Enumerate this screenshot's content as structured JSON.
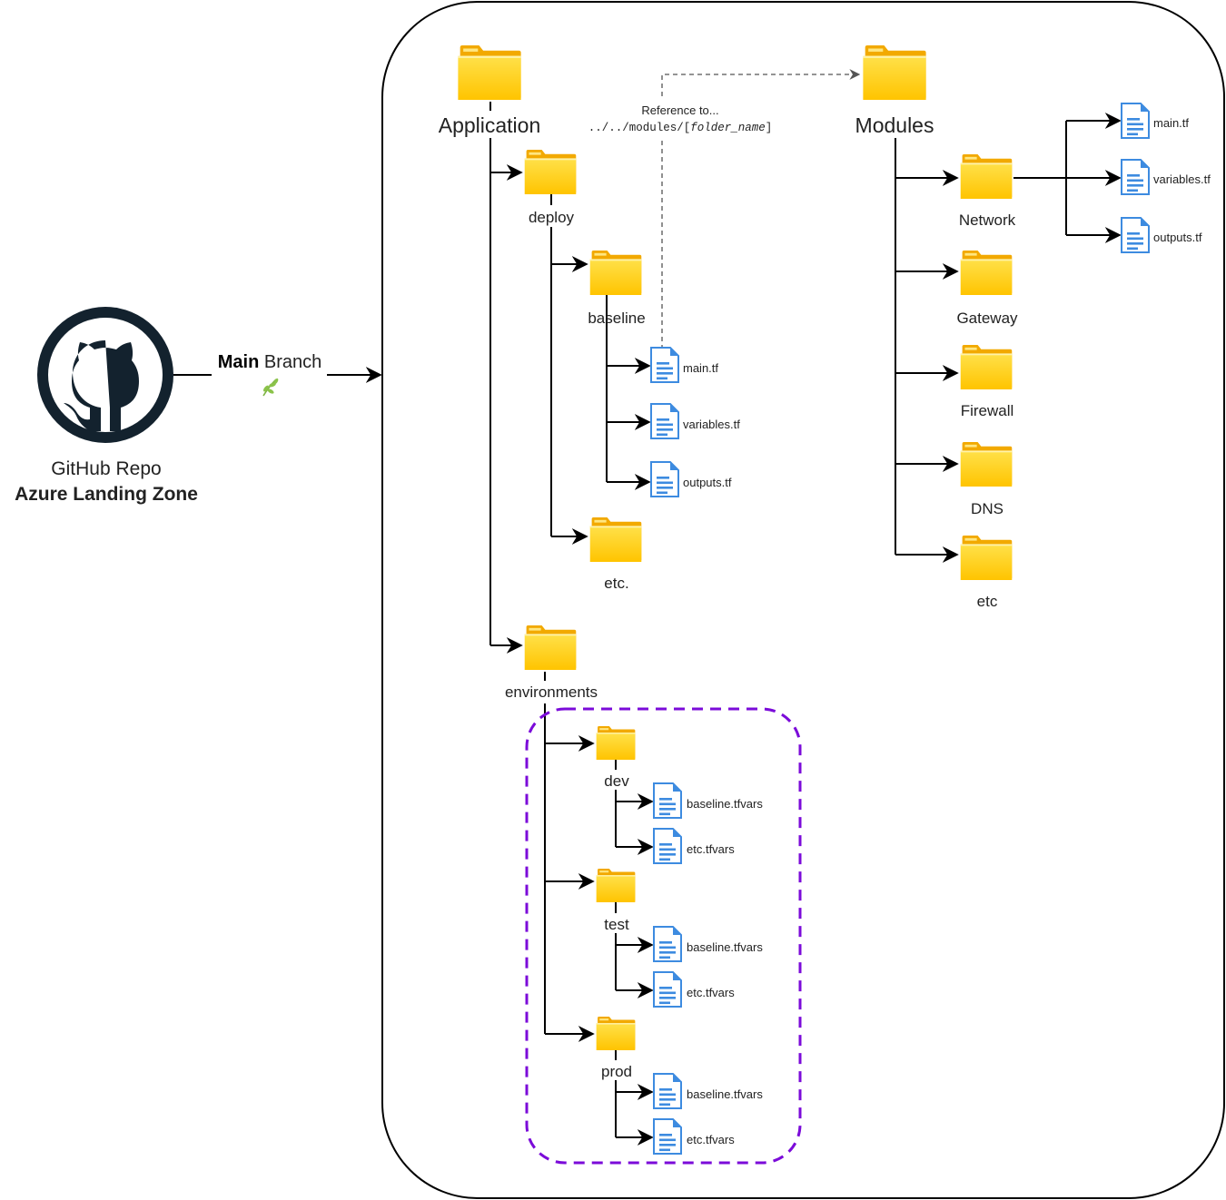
{
  "repo": {
    "title": "GitHub Repo",
    "name": "Azure Landing Zone",
    "icon": "github-icon"
  },
  "branch": {
    "bold": "Main",
    "rest": " Branch",
    "icon": "branch-leaf-icon"
  },
  "reference": {
    "line1": "Reference to...",
    "line2_prefix": "../../modules/[",
    "line2_var": "folder_name",
    "line2_suffix": "]"
  },
  "application": {
    "label": "Application",
    "deploy": {
      "label": "deploy",
      "baseline": {
        "label": "baseline",
        "files": [
          "main.tf",
          "variables.tf",
          "outputs.tf"
        ]
      },
      "etc": "etc."
    },
    "environments": {
      "label": "environments",
      "envs": [
        {
          "label": "dev",
          "files": [
            "baseline.tfvars",
            "etc.tfvars"
          ]
        },
        {
          "label": "test",
          "files": [
            "baseline.tfvars",
            "etc.tfvars"
          ]
        },
        {
          "label": "prod",
          "files": [
            "baseline.tfvars",
            "etc.tfvars"
          ]
        }
      ]
    }
  },
  "modules": {
    "label": "Modules",
    "items": [
      "Network",
      "Gateway",
      "Firewall",
      "DNS",
      "etc"
    ],
    "network_files": [
      "main.tf",
      "variables.tf",
      "outputs.tf"
    ]
  },
  "colors": {
    "folder_front": "#FFD200",
    "folder_back": "#F2A900",
    "file_blue": "#3D8BE0",
    "env_border": "#7B0BD9",
    "github_dark": "#13222E",
    "leaf_green": "#7CB342"
  }
}
